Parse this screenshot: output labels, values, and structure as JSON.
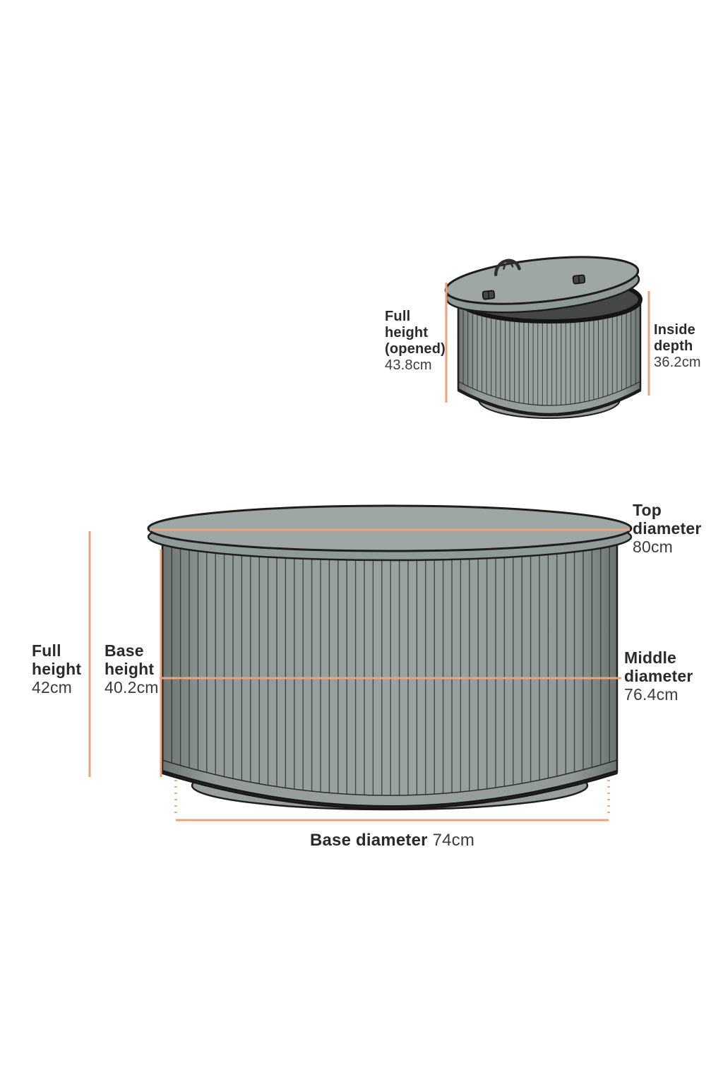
{
  "colors": {
    "background": "#ffffff",
    "body_gray": "#9aa3a1",
    "body_gray_dark": "#8f9997",
    "top_surface_gray": "#9ea7a5",
    "interior_dark": "#454746",
    "outline": "#1d1e1d",
    "flute_line": "#39403e",
    "dimension_orange": "#e8a37d",
    "label_text": "#2b2a29",
    "value_text": "#3c3b3a"
  },
  "opened_view": {
    "full_height_opened": {
      "line1": "Full",
      "line2": "height",
      "line3": "(opened)",
      "value": "43.8cm"
    },
    "inside_depth": {
      "line1": "Inside",
      "line2": "depth",
      "value": "36.2cm"
    }
  },
  "closed_view": {
    "top_diameter": {
      "line1": "Top",
      "line2": "diameter",
      "value": "80cm"
    },
    "middle_diameter": {
      "line1": "Middle",
      "line2": "diameter",
      "value": "76.4cm"
    },
    "full_height": {
      "line1": "Full",
      "line2": "height",
      "value": "42cm"
    },
    "base_height": {
      "line1": "Base",
      "line2": "height",
      "value": "40.2cm"
    },
    "base_diameter": {
      "label": "Base diameter",
      "value": "74cm"
    }
  }
}
